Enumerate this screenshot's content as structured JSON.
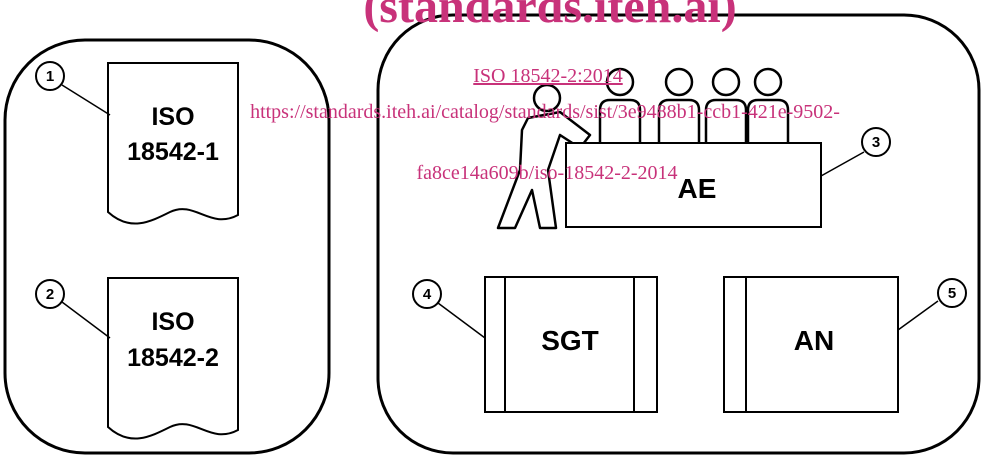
{
  "watermark": {
    "header": "(standards.iteh.ai)",
    "standard": "ISO 18542-2:2014",
    "url_line1": "https://standards.iteh.ai/catalog/standards/sist/3e9488b1-ccb1-421e-9502-",
    "url_line2": "fa8ce14a609b/iso-18542-2-2014",
    "color": "#c8327a"
  },
  "left_panel": {
    "documents": [
      {
        "callout": "1",
        "line1": "ISO",
        "line2": "18542-1"
      },
      {
        "callout": "2",
        "line1": "ISO",
        "line2": "18542-2"
      }
    ]
  },
  "right_panel": {
    "ae": {
      "callout": "3",
      "label": "AE"
    },
    "sgt": {
      "callout": "4",
      "label": "SGT"
    },
    "an": {
      "callout": "5",
      "label": "AN"
    }
  }
}
